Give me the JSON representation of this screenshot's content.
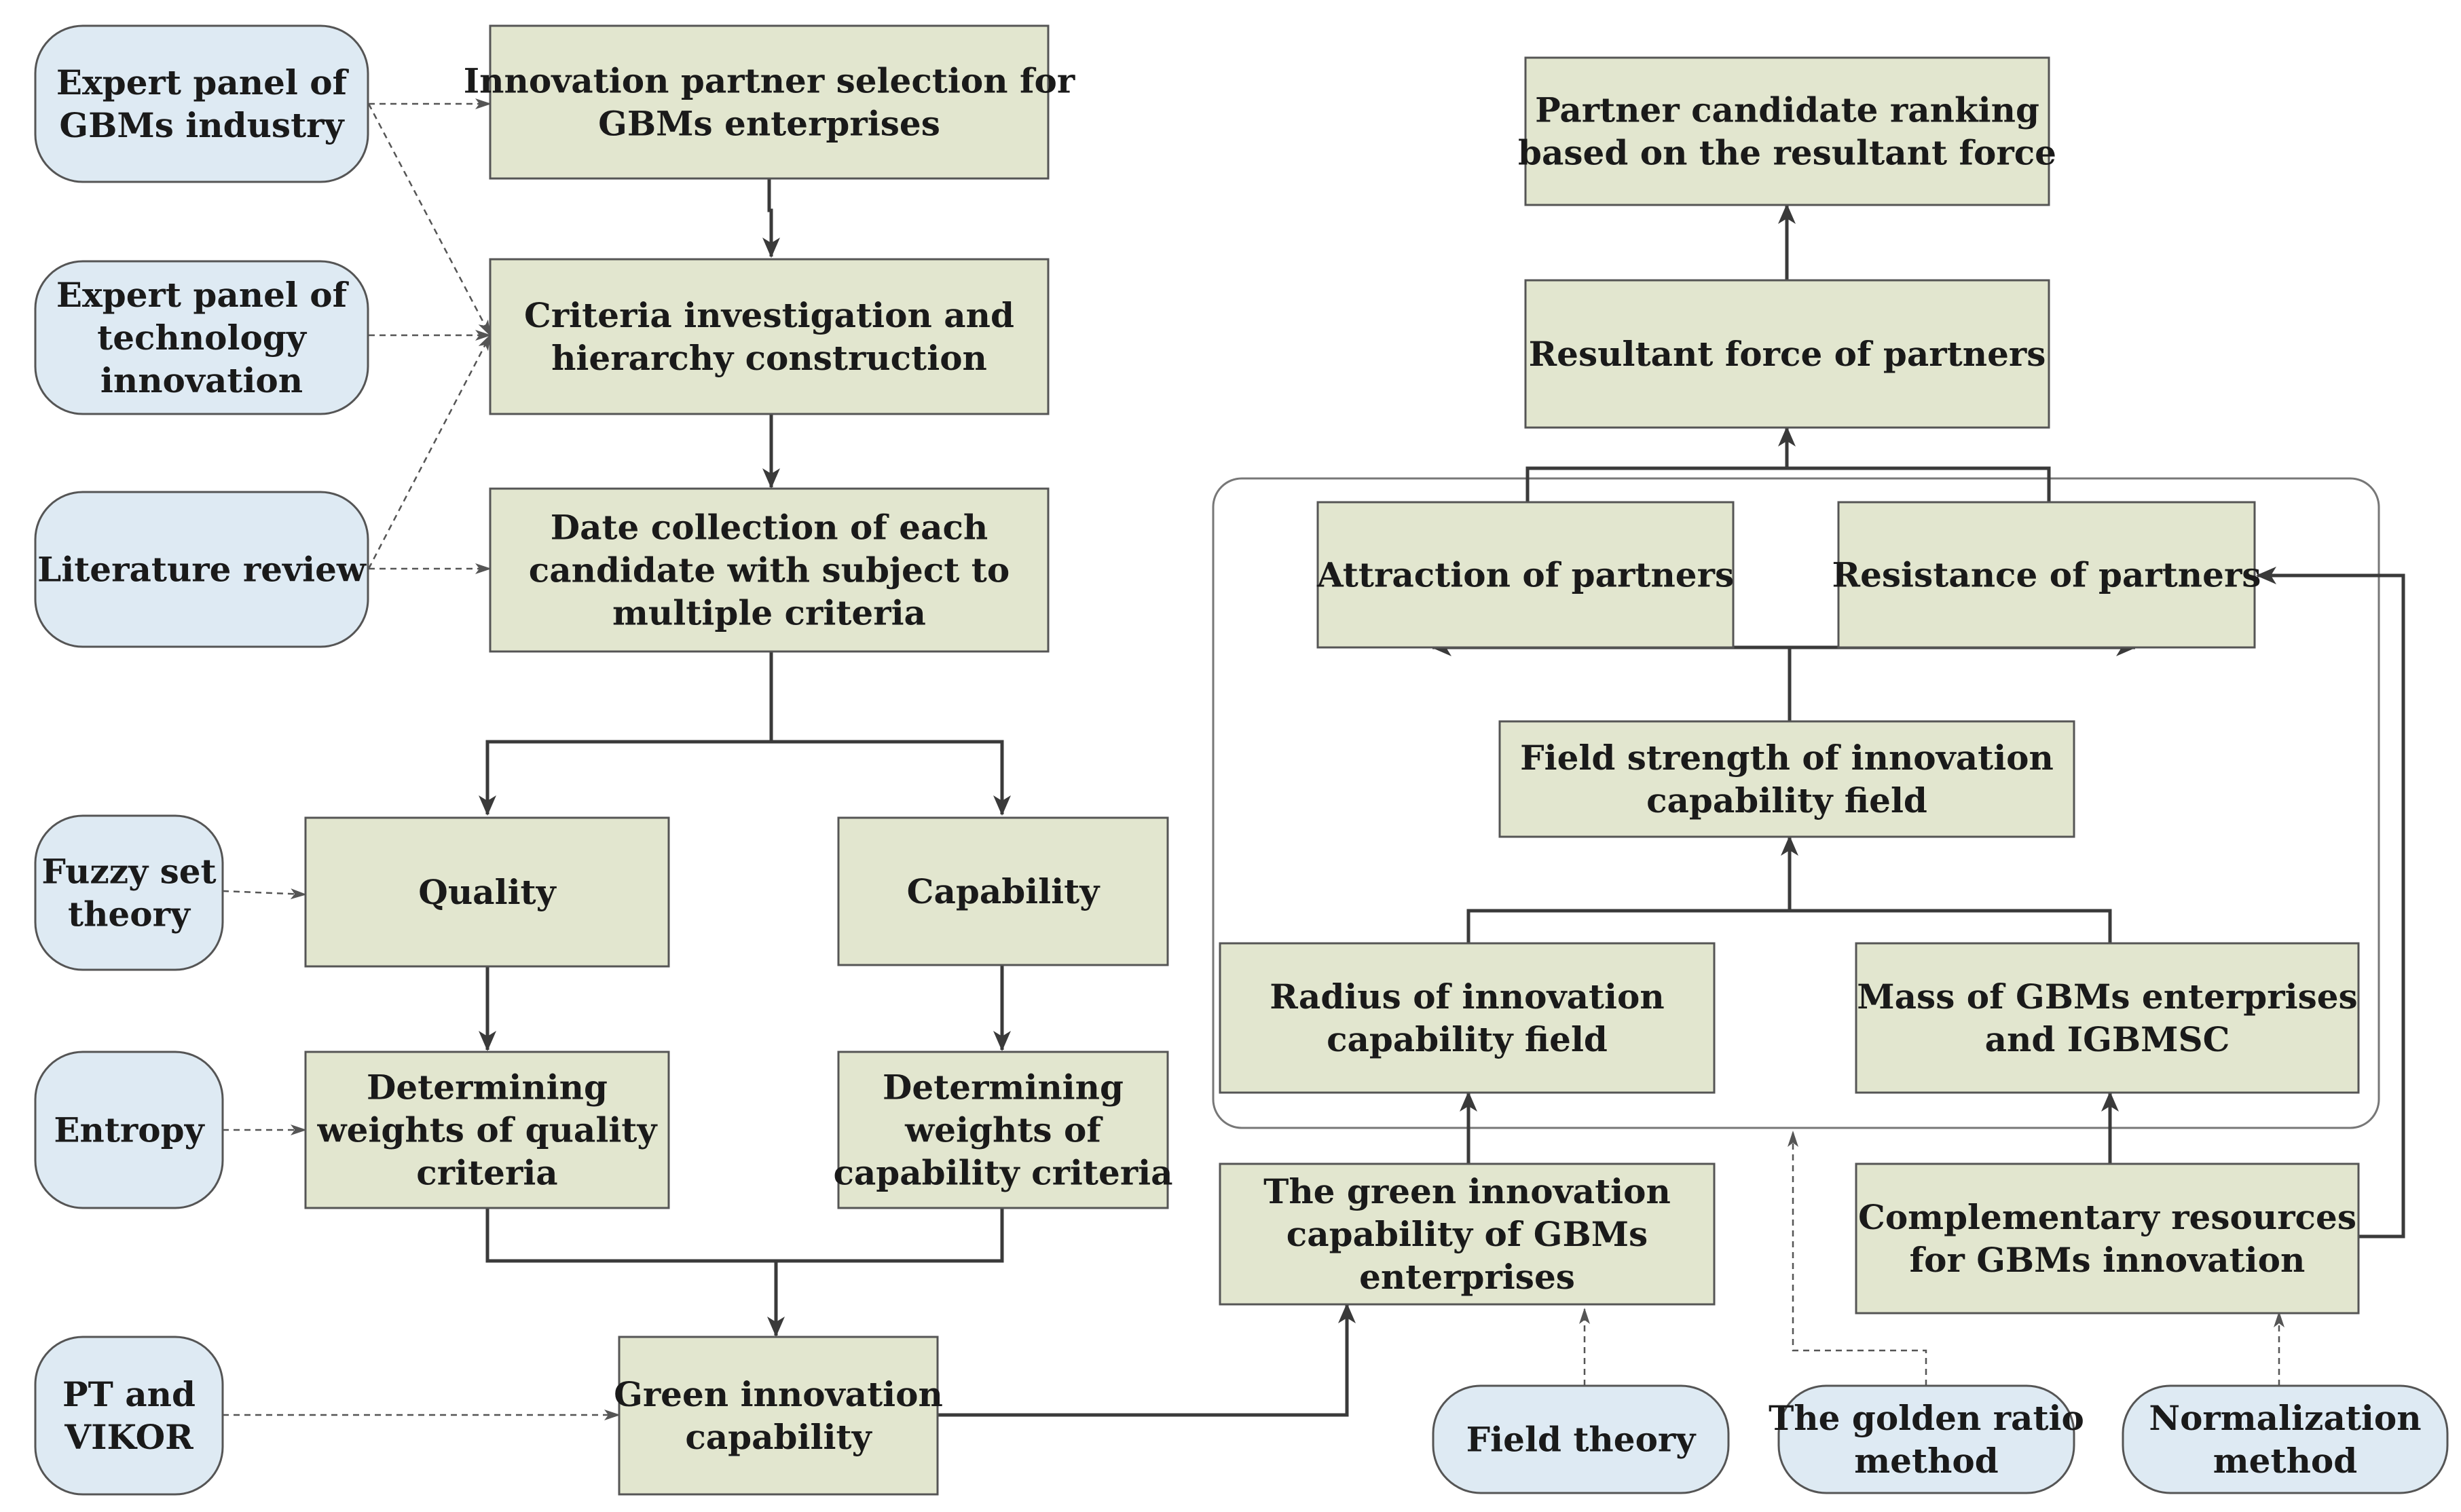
{
  "colors": {
    "process_fill": "#e2e6cf",
    "process_stroke": "#555555",
    "method_fill": "#deeaf3",
    "method_stroke": "#555555",
    "arrow": "#3a3a3a",
    "dashed": "#555555"
  },
  "nodes": {
    "expert_gbms": [
      "Expert panel of",
      "GBMs industry"
    ],
    "expert_tech": [
      "Expert panel of",
      "technology",
      "innovation"
    ],
    "literature": [
      "Literature review"
    ],
    "fuzzy": [
      "Fuzzy set",
      "theory"
    ],
    "entropy": [
      "Entropy"
    ],
    "pt_vikor": [
      "PT and",
      "VIKOR"
    ],
    "innovation_partner": [
      "Innovation partner selection  for",
      "GBMs enterprises"
    ],
    "criteria": [
      "Criteria investigation and",
      "hierarchy construction"
    ],
    "date_collection": [
      "Date collection of each",
      "candidate with subject to",
      "multiple criteria"
    ],
    "quality": [
      "Quality"
    ],
    "capability": [
      "Capability"
    ],
    "weights_quality": [
      "Determining",
      "weights of quality",
      "criteria"
    ],
    "weights_capability": [
      "Determining",
      "weights of",
      "capability criteria"
    ],
    "green_capability": [
      "Green innovation",
      "capability"
    ],
    "green_of_gbms": [
      "The green innovation",
      "capability of GBMs",
      "enterprises"
    ],
    "radius": [
      "Radius of innovation",
      "capability field"
    ],
    "mass": [
      "Mass of GBMs enterprises",
      "and IGBMSC"
    ],
    "field_strength": [
      "Field strength of innovation",
      "capability field"
    ],
    "attraction": [
      "Attraction  of partners"
    ],
    "resistance": [
      "Resistance  of  partners"
    ],
    "resultant": [
      "Resultant force of partners"
    ],
    "ranking": [
      "Partner candidate ranking",
      "based on the resultant force"
    ],
    "complementary": [
      "Complementary resources",
      "for GBMs innovation"
    ],
    "field_theory": [
      "Field theory"
    ],
    "golden_ratio": [
      "The golden ratio",
      "method"
    ],
    "normalization": [
      "Normalization",
      "method"
    ]
  }
}
